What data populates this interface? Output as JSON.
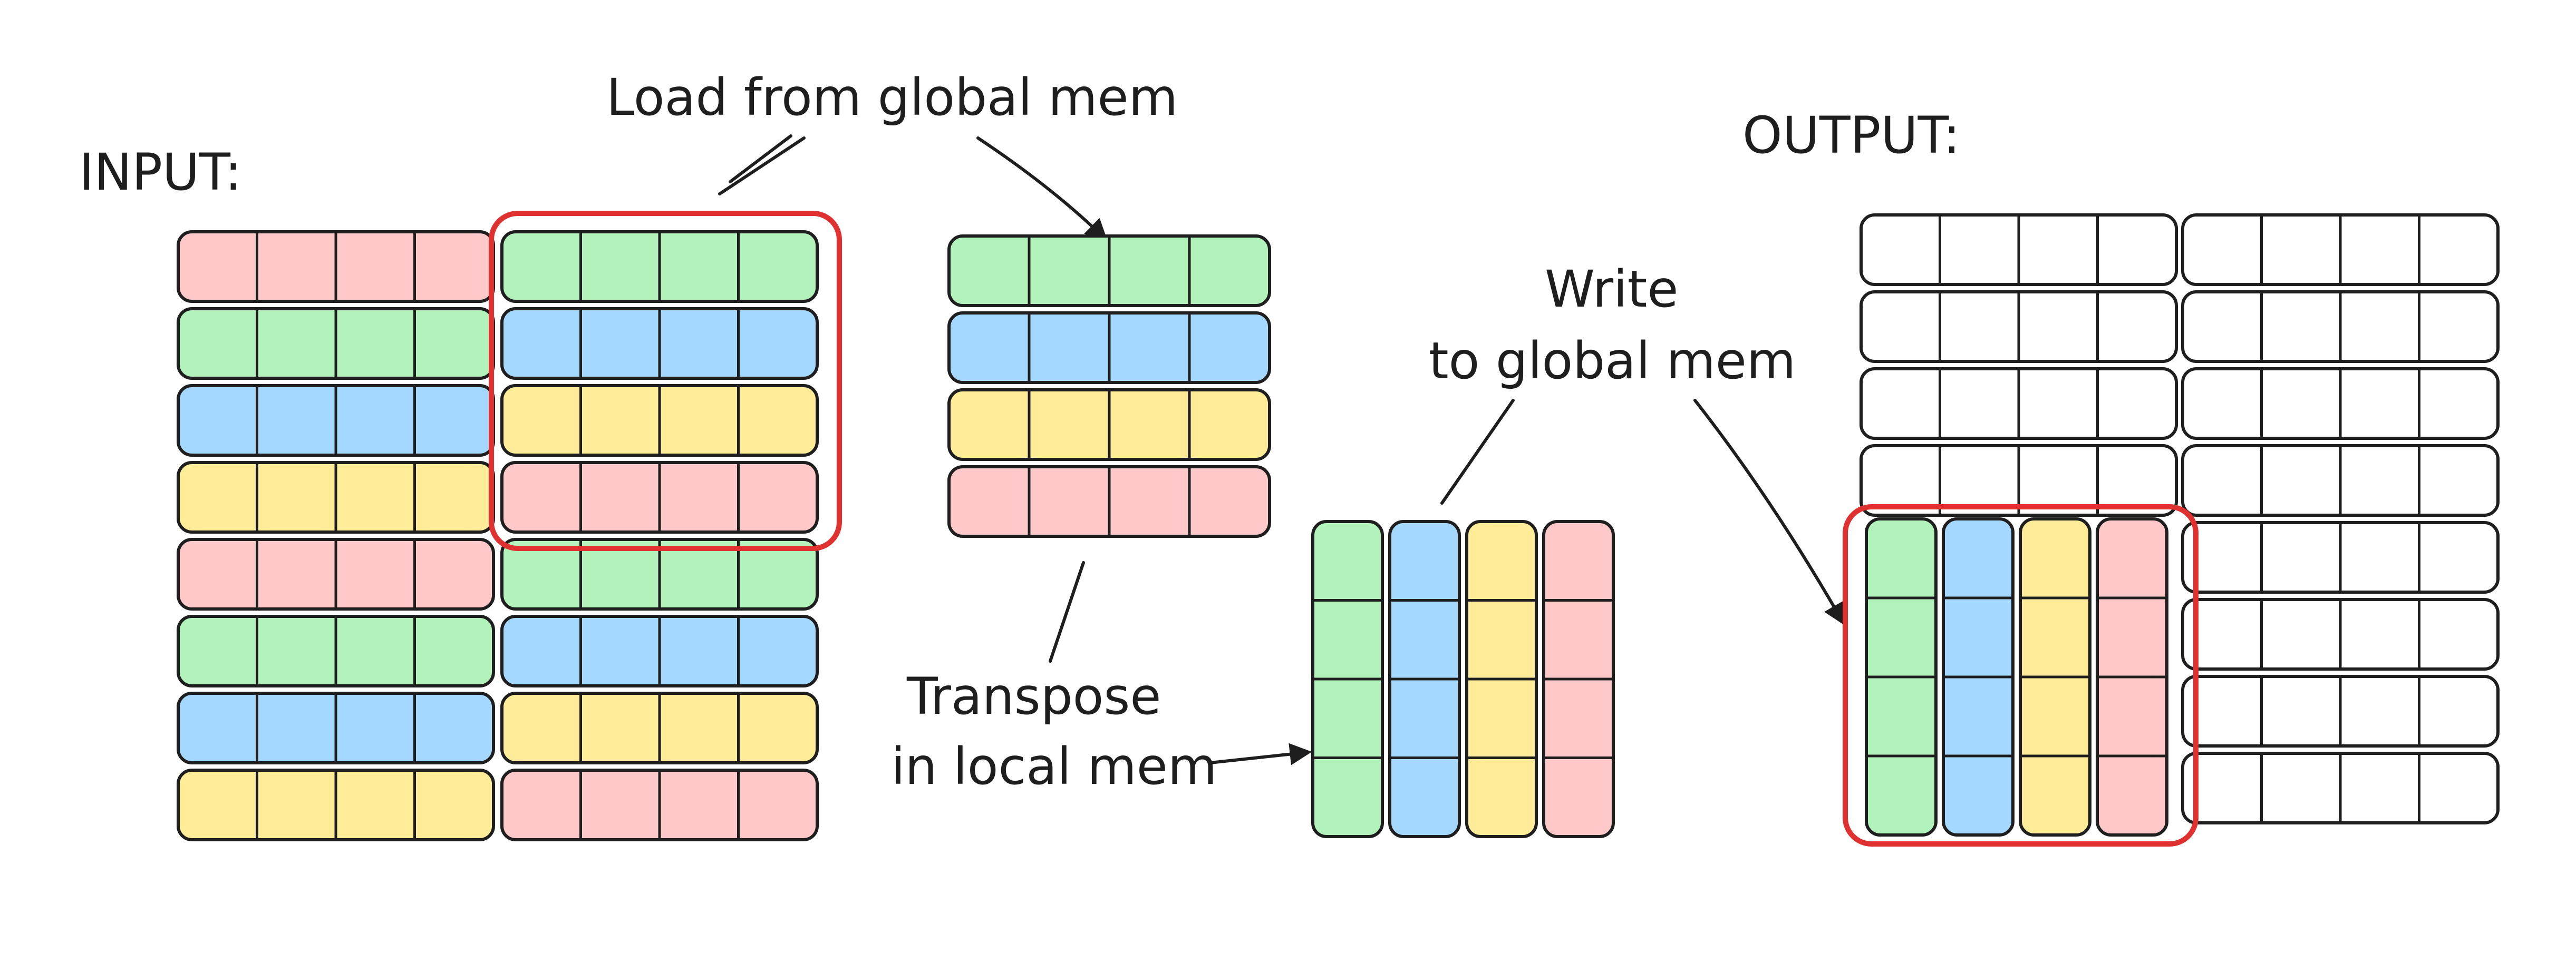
{
  "labels": {
    "input": "INPUT:",
    "output": "OUTPUT:",
    "load": "Load from global mem",
    "write_line1": "Write",
    "write_line2": "to global mem",
    "transpose_line1": "Transpose",
    "transpose_line2": "in local mem"
  },
  "colors": {
    "pink": "#ffc9c9",
    "green": "#b2f2bb",
    "blue": "#a5d8ff",
    "yellow": "#ffec99",
    "white": "#ffffff",
    "stroke": "#1e1e1e",
    "highlight": "#e03131"
  },
  "input_grid": {
    "left_column_rows": [
      "pink",
      "green",
      "blue",
      "yellow",
      "pink",
      "green",
      "blue",
      "yellow"
    ],
    "right_column_rows": [
      "green",
      "blue",
      "yellow",
      "pink",
      "green",
      "blue",
      "yellow",
      "pink"
    ],
    "cells_per_row": 4
  },
  "local_load": {
    "rows": [
      "green",
      "blue",
      "yellow",
      "pink"
    ],
    "cells_per_row": 4
  },
  "local_transposed": {
    "columns": [
      "green",
      "blue",
      "yellow",
      "pink"
    ],
    "cells_per_column": 4
  },
  "output_grid": {
    "rows_per_column": 8,
    "cells_per_row": 4,
    "filled_block_columns": [
      "green",
      "blue",
      "yellow",
      "pink"
    ]
  }
}
